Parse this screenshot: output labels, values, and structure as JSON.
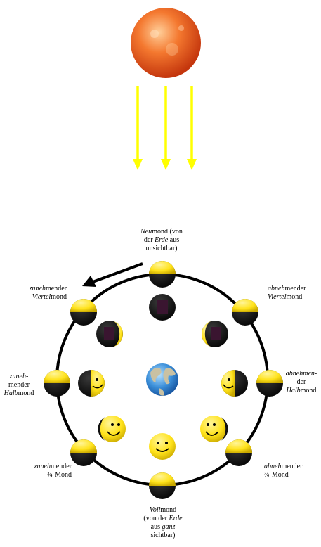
{
  "labels": {
    "neumond": {
      "l1_it": "Neu",
      "l1": "mond (von",
      "l2_a": "der ",
      "l2_it": "Erde",
      "l2_b": " aus",
      "l3": "unsichtbar)"
    },
    "zun_viertel": {
      "l1_it": "zuneh",
      "l1": "mender",
      "l2_it": "Viertel",
      "l2": "mond"
    },
    "abn_viertel": {
      "l1_it": "abneh",
      "l1": "mender",
      "l2_it": "Viertel",
      "l2": "mond"
    },
    "zun_halb": {
      "l1_it": "zuneh-",
      "l2": "mender",
      "l3_it": "Halb",
      "l3": "mond"
    },
    "abn_halb": {
      "l1_it": "abnehmen-",
      "l2": "der",
      "l3_it": "Halb",
      "l3": "mond"
    },
    "zun_dreiviertel": {
      "l1_it": "zuneh",
      "l1": "mender",
      "l2": "¾-Mond"
    },
    "abn_dreiviertel": {
      "l1_it": "abneh",
      "l1": "mender",
      "l2": "¾-Mond"
    },
    "vollmond": {
      "l1_it": "Voll",
      "l1": "mond",
      "l2_a": "(von der ",
      "l2_it": "Erde",
      "l3_a": "aus ",
      "l3_it": "ganz",
      "l4": "sichtbar)"
    }
  },
  "colors": {
    "sun": "#e8531a",
    "rays": "#ffff00",
    "moon_light": "#ffe21a",
    "moon_dark": "#111111",
    "orbit": "#000000",
    "earth": "#3b8fd9"
  }
}
